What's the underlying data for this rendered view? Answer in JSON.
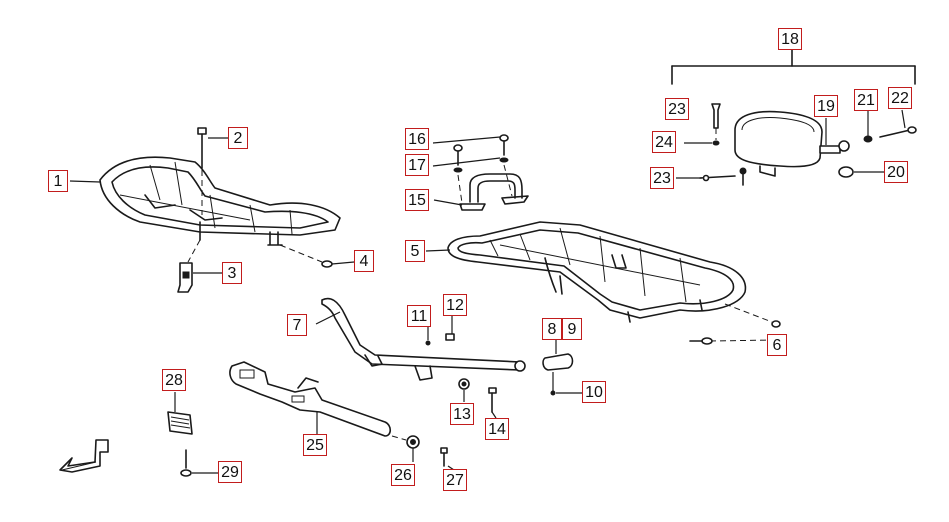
{
  "callouts": [
    "1",
    "2",
    "3",
    "4",
    "5",
    "6",
    "7",
    "8",
    "9",
    "10",
    "11",
    "12",
    "13",
    "14",
    "15",
    "16",
    "17",
    "18",
    "19",
    "20",
    "21",
    "22",
    "23",
    "23",
    "24",
    "25",
    "26",
    "27",
    "28",
    "29"
  ],
  "colors": {
    "callout_border": "#c21d1d",
    "line": "#1a1a1a",
    "background": "#ffffff"
  }
}
